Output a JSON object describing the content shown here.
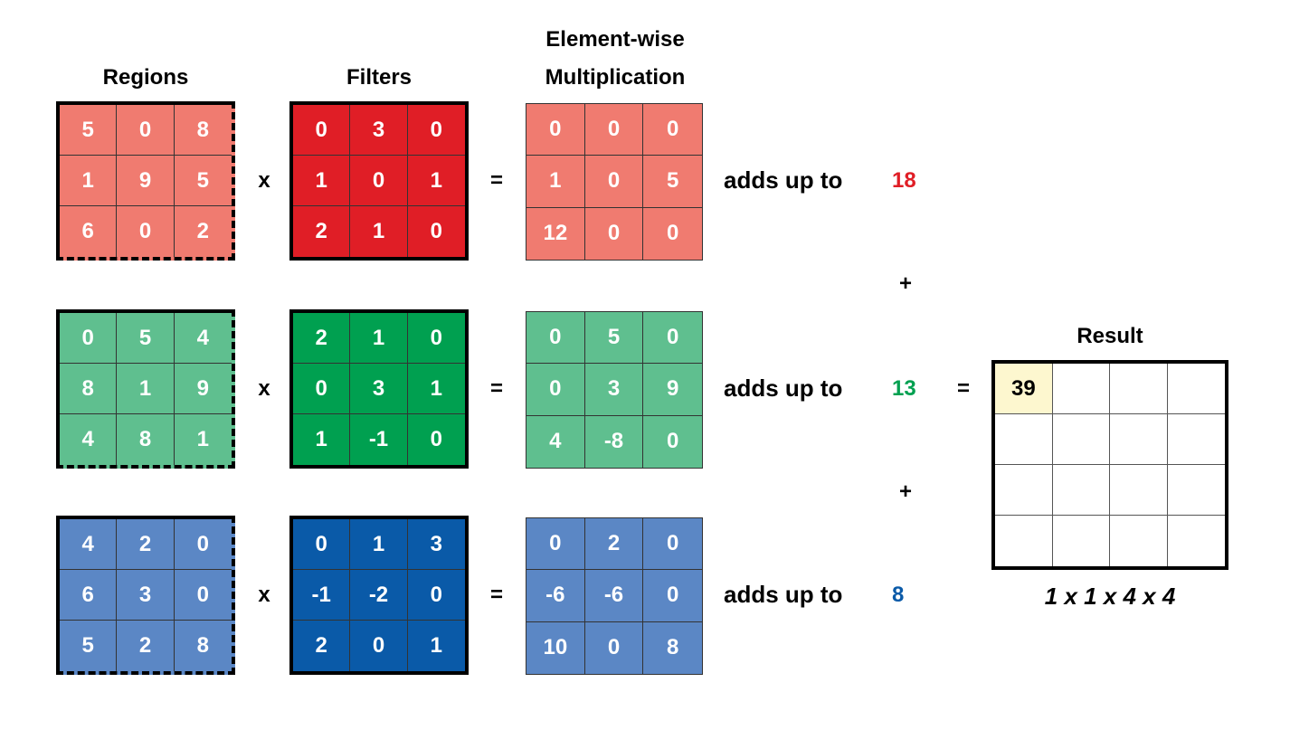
{
  "headers": {
    "regions": "Regions",
    "filters": "Filters",
    "elementwise_line1": "Element-wise",
    "elementwise_line2": "Multiplication",
    "result": "Result"
  },
  "operators": {
    "times": "x",
    "equals": "=",
    "plus": "+"
  },
  "adds_up_to_label": "adds up to",
  "rows": [
    {
      "region_color": "#f07b70",
      "filter_color": "#e01e26",
      "sum_color": "#e01e26",
      "region": [
        [
          "5",
          "0",
          "8"
        ],
        [
          "1",
          "9",
          "5"
        ],
        [
          "6",
          "0",
          "2"
        ]
      ],
      "filter": [
        [
          "0",
          "3",
          "0"
        ],
        [
          "1",
          "0",
          "1"
        ],
        [
          "2",
          "1",
          "0"
        ]
      ],
      "product": [
        [
          "0",
          "0",
          "0"
        ],
        [
          "1",
          "0",
          "5"
        ],
        [
          "12",
          "0",
          "0"
        ]
      ],
      "sum": "18"
    },
    {
      "region_color": "#5fbf8f",
      "filter_color": "#00a050",
      "sum_color": "#00a050",
      "region": [
        [
          "0",
          "5",
          "4"
        ],
        [
          "8",
          "1",
          "9"
        ],
        [
          "4",
          "8",
          "1"
        ]
      ],
      "filter": [
        [
          "2",
          "1",
          "0"
        ],
        [
          "0",
          "3",
          "1"
        ],
        [
          "1",
          "-1",
          "0"
        ]
      ],
      "product": [
        [
          "0",
          "5",
          "0"
        ],
        [
          "0",
          "3",
          "9"
        ],
        [
          "4",
          "-8",
          "0"
        ]
      ],
      "sum": "13"
    },
    {
      "region_color": "#5b87c5",
      "filter_color": "#0a5aa8",
      "sum_color": "#0a5aa8",
      "region": [
        [
          "4",
          "2",
          "0"
        ],
        [
          "6",
          "3",
          "0"
        ],
        [
          "5",
          "2",
          "8"
        ]
      ],
      "filter": [
        [
          "0",
          "1",
          "3"
        ],
        [
          "-1",
          "-2",
          "0"
        ],
        [
          "2",
          "0",
          "1"
        ]
      ],
      "product": [
        [
          "0",
          "2",
          "0"
        ],
        [
          "-6",
          "-6",
          "0"
        ],
        [
          "10",
          "0",
          "8"
        ]
      ],
      "sum": "8"
    }
  ],
  "result": {
    "value": "39",
    "highlight_color": "#fdf7cf",
    "dimensions": "1 x 1 x 4 x 4"
  }
}
